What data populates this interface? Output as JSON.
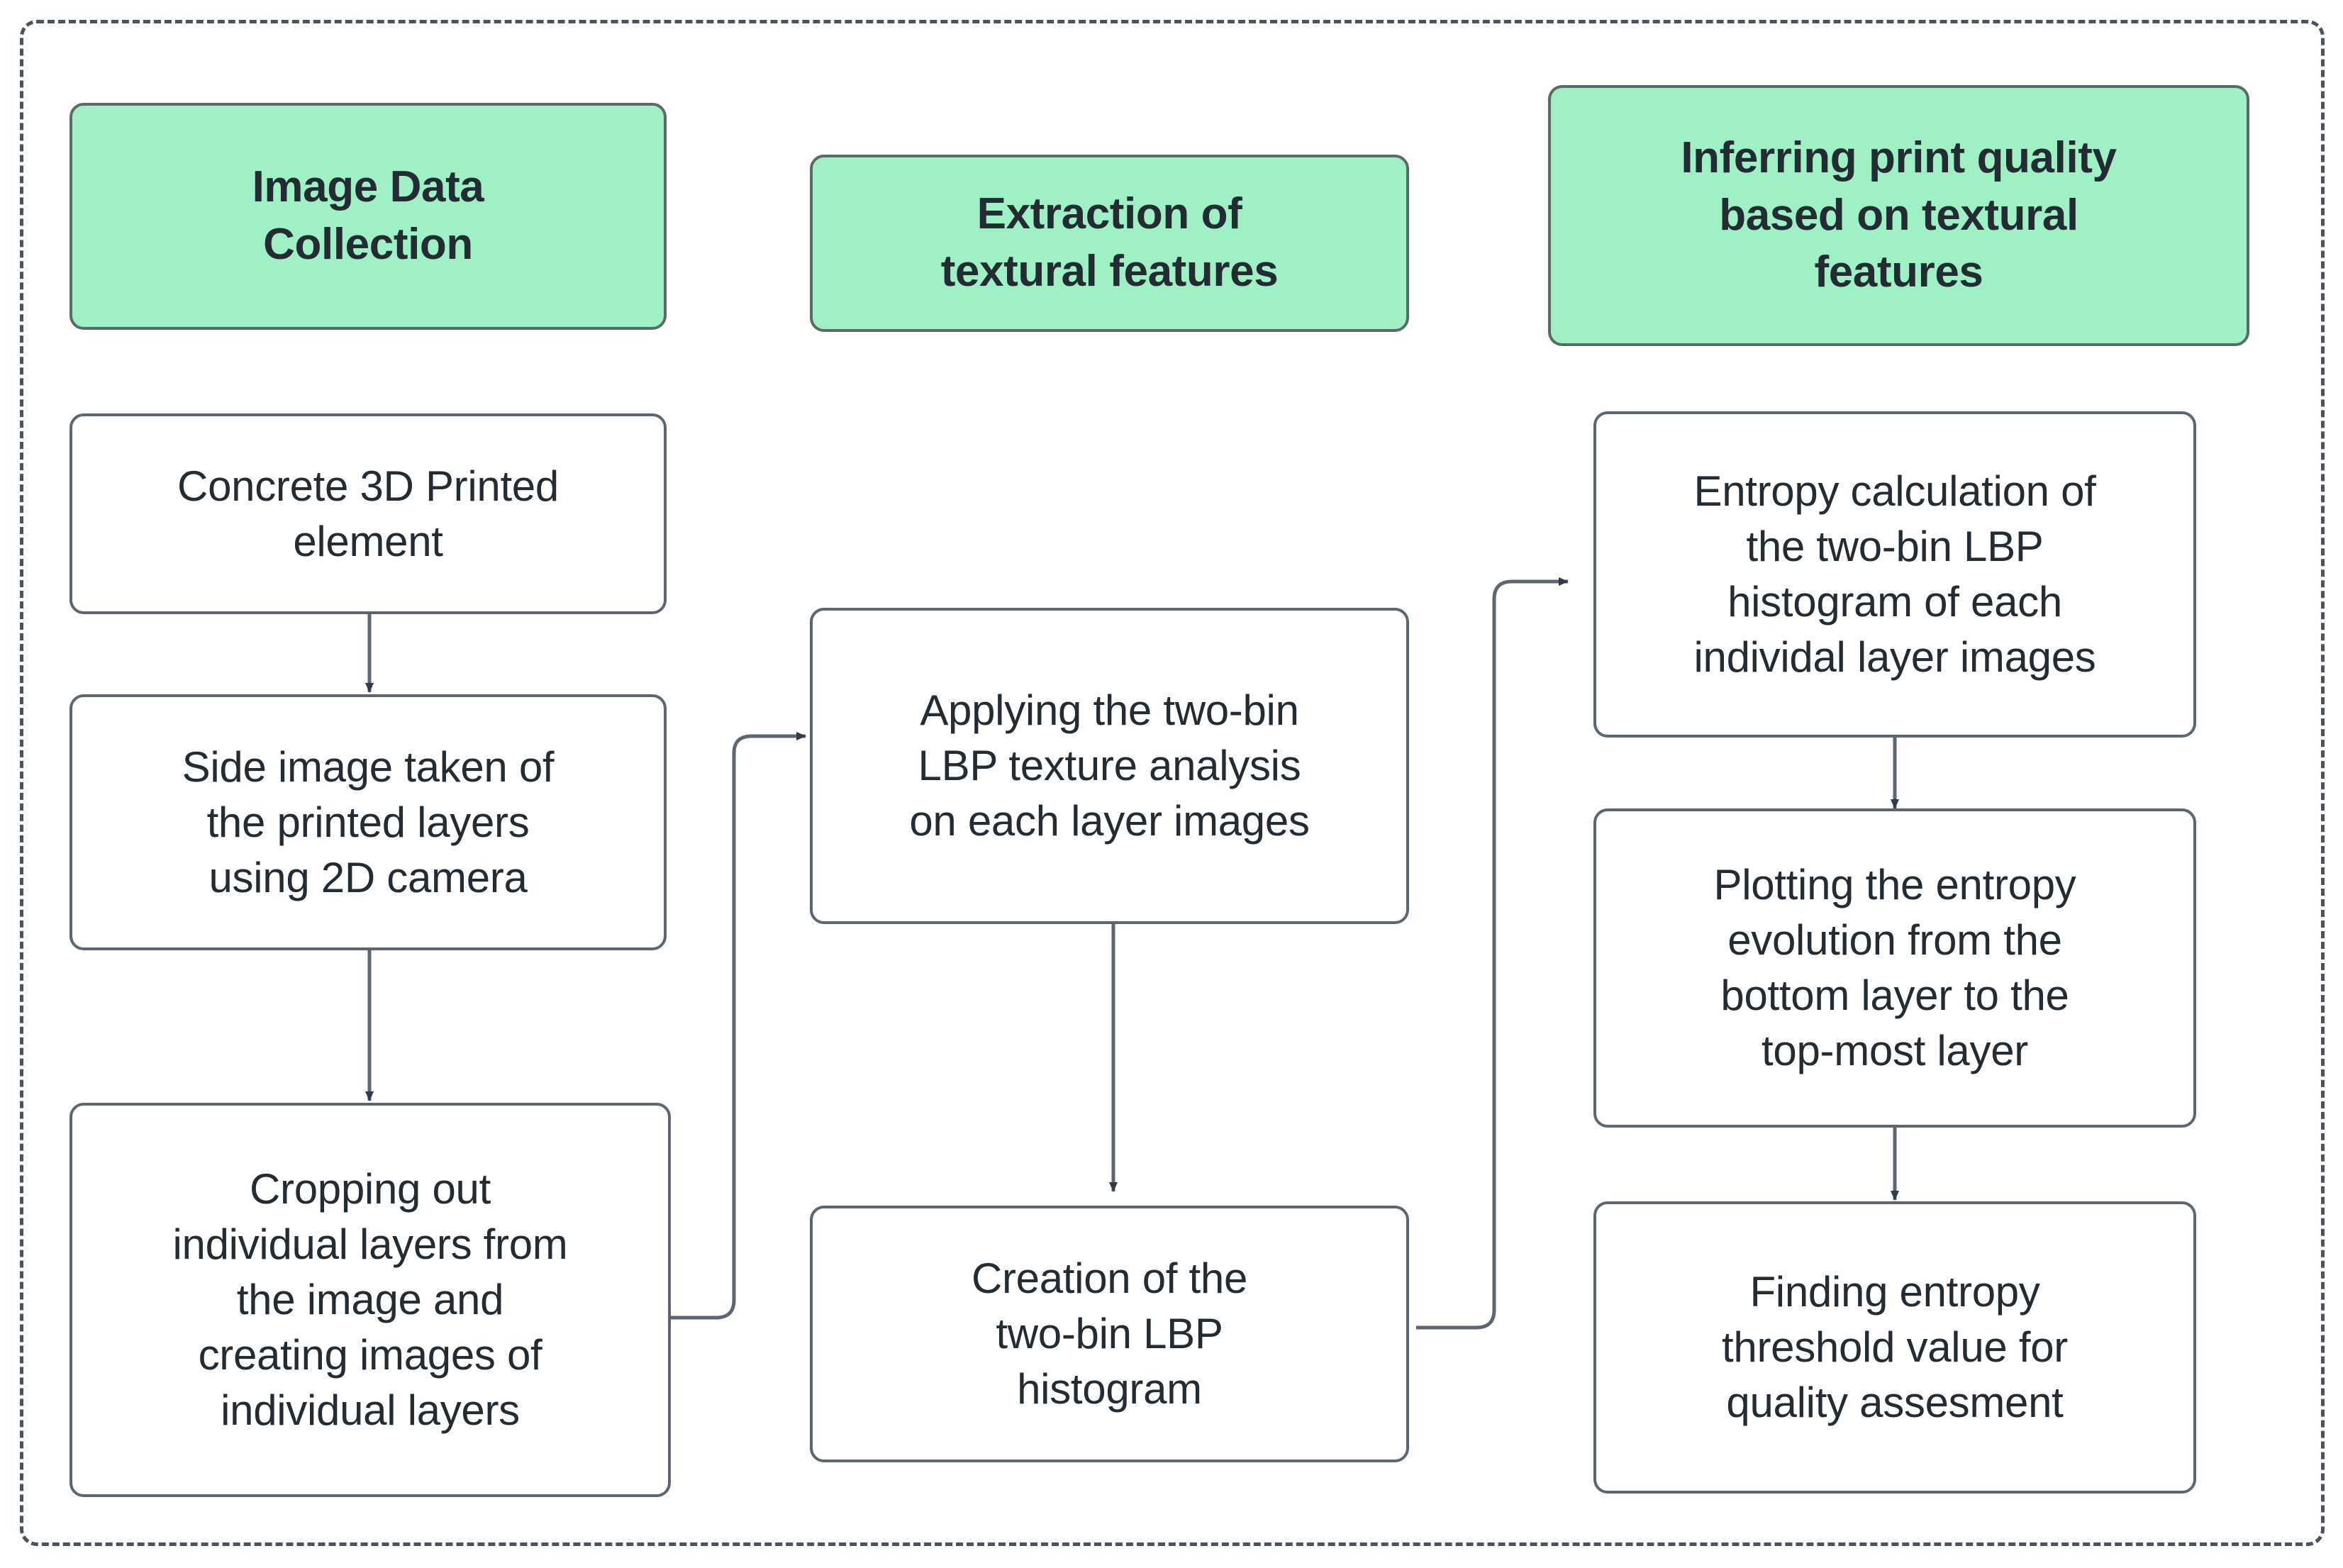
{
  "diagram": {
    "title_present": false,
    "frame": {
      "style": "dashed-rounded-border",
      "color": "#4a545e"
    },
    "colors": {
      "phase_fill": "#9ff0c4",
      "phase_border": "#5b6a66",
      "node_fill": "#ffffff",
      "node_border": "#5c6670",
      "text": "#232b33",
      "edge": "#5c6670",
      "arrowhead": "#2f3b47"
    },
    "phases": [
      {
        "id": "phase-1",
        "label": "Image Data\nCollection"
      },
      {
        "id": "phase-2",
        "label": "Extraction of\ntextural features"
      },
      {
        "id": "phase-3",
        "label": "Inferring print quality\nbased on textural\nfeatures"
      }
    ],
    "steps": [
      {
        "id": "step-concrete-element",
        "column": 1,
        "order": 1,
        "label": "Concrete 3D Printed\nelement"
      },
      {
        "id": "step-side-image",
        "column": 1,
        "order": 2,
        "label": "Side image taken of\nthe printed layers\nusing 2D camera"
      },
      {
        "id": "step-cropping-layers",
        "column": 1,
        "order": 3,
        "label": "Cropping out\nindividual layers from\nthe image and\ncreating images of\nindividual layers"
      },
      {
        "id": "step-apply-lbp",
        "column": 2,
        "order": 1,
        "label": "Applying the two-bin\nLBP texture analysis\non each layer images"
      },
      {
        "id": "step-create-histogram",
        "column": 2,
        "order": 2,
        "label": "Creation of the\ntwo-bin LBP\nhistogram"
      },
      {
        "id": "step-entropy-calculation",
        "column": 3,
        "order": 1,
        "label": "Entropy calculation of\nthe two-bin LBP\nhistogram of each\nindividal layer images"
      },
      {
        "id": "step-plot-entropy",
        "column": 3,
        "order": 2,
        "label": "Plotting the entropy\nevolution from the\nbottom layer to the\ntop-most layer"
      },
      {
        "id": "step-find-threshold",
        "column": 3,
        "order": 3,
        "label": "Finding entropy\nthreshold value for\nquality assesment"
      }
    ],
    "edges": [
      {
        "from": "step-concrete-element",
        "to": "step-side-image",
        "kind": "vertical-arrow"
      },
      {
        "from": "step-side-image",
        "to": "step-cropping-layers",
        "kind": "vertical-arrow"
      },
      {
        "from": "step-cropping-layers",
        "to": "step-apply-lbp",
        "kind": "orthogonal-arrow"
      },
      {
        "from": "step-apply-lbp",
        "to": "step-create-histogram",
        "kind": "vertical-arrow"
      },
      {
        "from": "step-create-histogram",
        "to": "step-entropy-calculation",
        "kind": "orthogonal-arrow"
      },
      {
        "from": "step-entropy-calculation",
        "to": "step-plot-entropy",
        "kind": "vertical-arrow"
      },
      {
        "from": "step-plot-entropy",
        "to": "step-find-threshold",
        "kind": "vertical-arrow"
      }
    ]
  }
}
